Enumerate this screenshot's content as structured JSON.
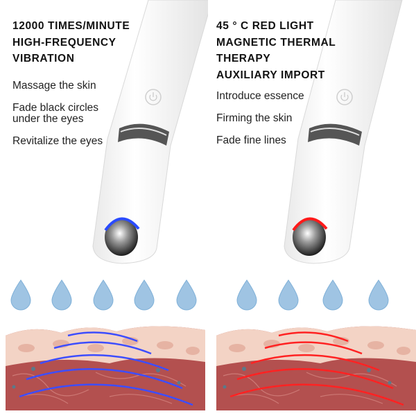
{
  "left_panel": {
    "heading": "12000 TIMES/MINUTE\nHIGH-FREQUENCY\nVIBRATION",
    "benefits": [
      "Massage the skin",
      "Fade black circles\nunder the eyes",
      "Revitalize the eyes"
    ],
    "light_color": "#2a4bff",
    "wave_color": "#3d4dff"
  },
  "right_panel": {
    "heading": "45 ° C RED LIGHT\nMAGNETIC THERMAL\nTHERAPY\nAUXILIARY IMPORT",
    "benefits": [
      "Introduce essence",
      "Firming the skin",
      "Fade fine lines"
    ],
    "light_color": "#ff1a1a",
    "wave_color": "#ff2222"
  },
  "colors": {
    "skin_top": "#f3d3c5",
    "skin_dermis": "#b3504f",
    "droplet": "#9fc4e3"
  },
  "icons": [
    "water-droplet-icon",
    "power-button-icon"
  ]
}
